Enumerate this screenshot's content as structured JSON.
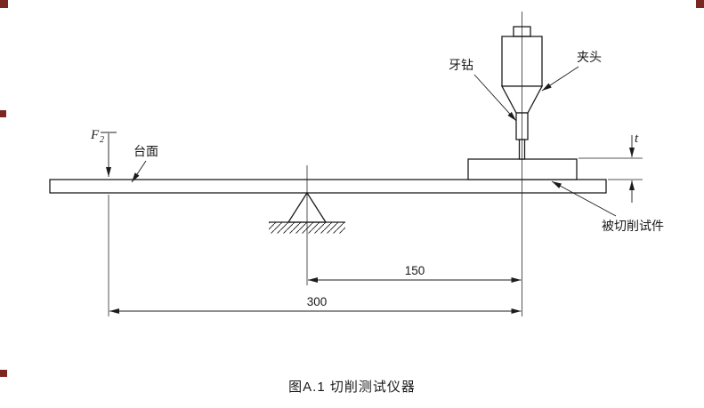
{
  "figure": {
    "caption": "图A.1 切削测试仪器"
  },
  "labels": {
    "force": "F",
    "force_subscript": "2",
    "table_surface": "台面",
    "dental_drill": "牙钻",
    "chuck": "夹头",
    "specimen": "被切削试件",
    "thickness": "t"
  },
  "dimensions": {
    "fulcrum_to_drill": "150",
    "force_to_drill": "300"
  },
  "colors": {
    "line": "#1c1c1c",
    "text": "#1a1a1a",
    "corner-mark": "#7c2622",
    "background": "#ffffff"
  }
}
